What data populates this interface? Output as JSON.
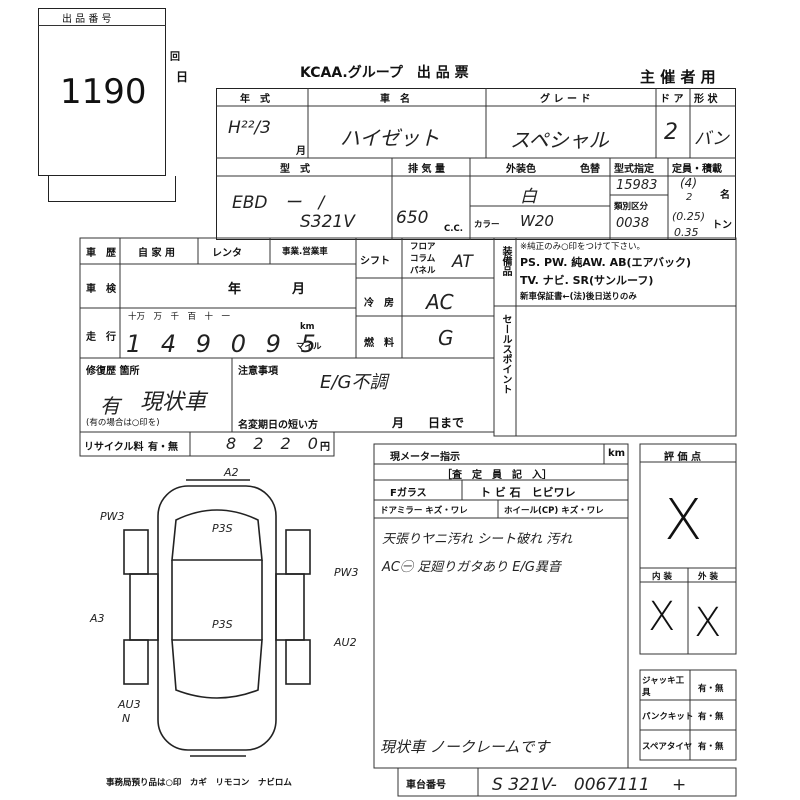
{
  "lot": {
    "label": "出 品 番 号",
    "number": "1190"
  },
  "header": {
    "kai": "回",
    "nichi": "日",
    "title": "KCAA.グループ　出 品 票",
    "host": "主 催 者 用"
  },
  "row1": {
    "nen_label": "年　式",
    "model_name_label": "車　名",
    "grade_label": "グ レ ー ド",
    "door_label": "ド ア",
    "shape_label": "形 状",
    "nen": "H²²/3",
    "tsuki": "月",
    "name": "ハイゼット",
    "grade": "スペシャル",
    "door": "2",
    "shape": "バン"
  },
  "row2": {
    "kata_label": "型　式",
    "cc_label": "排 気 量",
    "color_label": "外装色",
    "iro_label": "色替",
    "kata_label2": "型式指定",
    "teiin_label": "定員・積載",
    "katashiki1": "EBD　ー　/",
    "katashiki2": "S321V",
    "cc": "650",
    "cc_unit": "C.C.",
    "color": "白",
    "color_code_label": "カラー",
    "color_code": "W20",
    "ruibetsu_label": "類別区分",
    "katashitei": "15983",
    "ruibetsu": "0038",
    "teiin1": "(4)",
    "teiin2": "2",
    "mei": "名",
    "seki1": "(0.25)",
    "seki2": "0.35",
    "ton": "トン"
  },
  "left": {
    "shareki_label": "車　歴",
    "shareki_opts": "自 家 用",
    "rental": "レンタ",
    "jigyo": "事業.営業車",
    "shaken_label": "車　検",
    "shaken_nen": "年",
    "shaken_tsuki": "月",
    "soko_label": "走　行",
    "soko_units": "十万　万　千　百　十　一",
    "soko": "1 4 9 0 9 5",
    "km": "km",
    "mile": "マイル",
    "repair_label": "修復歴 箇所",
    "repair_value": "有",
    "repair_note": "現状車",
    "repair_small": "(有の場合は○印を)",
    "chui_label": "注意事項",
    "chui_value": "E/G不調",
    "meigi_label": "名変期日の短い方",
    "meigi_tsuki": "月",
    "meigi_nichi": "日まで",
    "recycle_label": "リサイクル料",
    "recycle_opts": "有・無",
    "recycle_value": "8 2 2 0",
    "yen": "円"
  },
  "mid": {
    "shift_label": "シフト",
    "shift_opts": "フロア",
    "shift_opts2": "コラム",
    "shift_opts3": "パネル",
    "shift_value": "AT",
    "cooler_label": "冷　房",
    "cooler_value": "AC",
    "fuel_label": "燃　料",
    "fuel_value": "G"
  },
  "equip": {
    "label": "装備品",
    "note": "※純正のみ○印をつけて下さい。",
    "line1": "PS. PW. 純AW. AB(エアバック)",
    "line2": "TV. ナビ. SR(サンルーフ)",
    "line3": "新車保証書←(法)後日送りのみ"
  },
  "sales_label": "セールスポイント",
  "meter": {
    "label": "現メーター指示",
    "unit": "km"
  },
  "satei": {
    "title": "［査　定　員　記　入］",
    "f_glass": "Fガラス",
    "opts1": "ト ビ 石　ヒビワレ",
    "mirror": "ドアミラー キズ・ワレ",
    "wheel": "ホイール(CP) キズ・ワレ",
    "note1": "天張りヤニ汚れ シート破れ 汚れ",
    "note2": "AC㊀ 足廻りガタあり E/G異音",
    "note3": "現状車 ノークレームです"
  },
  "score": {
    "label": "評 価 点",
    "naisou": "内 装",
    "gaisou": "外 装",
    "mark": "X"
  },
  "tools": {
    "jack": "ジャッキ工具",
    "puncture": "パンクキット",
    "spare": "スペアタイヤ",
    "opt": "有・無"
  },
  "car": {
    "a2": "A2",
    "pw3a": "PW3",
    "pw3b": "PW3",
    "a3": "A3",
    "au2": "AU2",
    "au3": "AU3",
    "n": "N",
    "p3s1": "P3S",
    "p3s2": "P3S"
  },
  "footer": {
    "azukari": "事務局預り品は○印　カギ　リモコン　ナビロム",
    "frame_label": "車台番号",
    "frame": "S 321V-　0067111 　+"
  }
}
